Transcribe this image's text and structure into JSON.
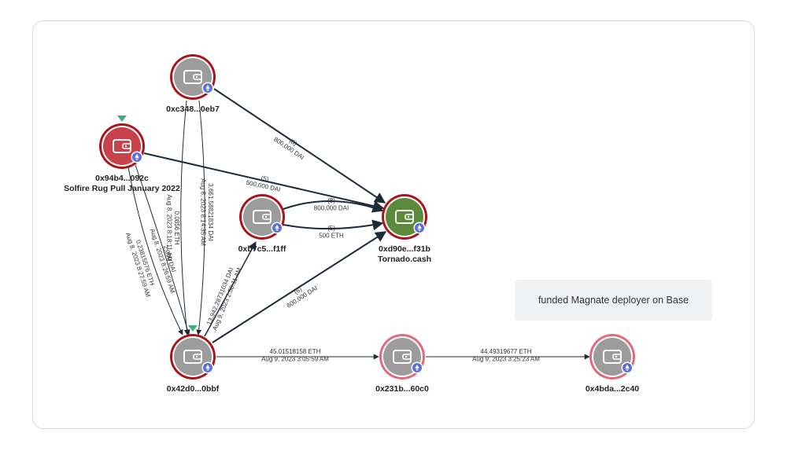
{
  "nodes": [
    {
      "id": "n1",
      "label": "0xc348...0eb7",
      "sublabel": "",
      "kind": "wallet",
      "ring": "#a9151b",
      "fill": "#9c9c9c",
      "icon": "wallet-icon",
      "chain_icon": "ethereum-icon"
    },
    {
      "id": "n2",
      "label": "0x94b4...092c",
      "sublabel": "Solfire Rug Pull January 2022",
      "kind": "wallet",
      "ring": "#a9151b",
      "fill": "#c8424b",
      "icon": "wallet-icon",
      "chain_icon": "ethereum-icon",
      "marker": "green-triangle"
    },
    {
      "id": "n3",
      "label": "0xb7c5...f1ff",
      "sublabel": "",
      "kind": "wallet",
      "ring": "#a9151b",
      "fill": "#9c9c9c",
      "icon": "wallet-icon",
      "chain_icon": "ethereum-icon"
    },
    {
      "id": "n4",
      "label": "0xd90e...f31b",
      "sublabel": "Tornado.cash",
      "kind": "contract",
      "ring": "#a9151b",
      "fill": "#5b8a3a",
      "icon": "wallet-icon",
      "chain_icon": "ethereum-icon"
    },
    {
      "id": "n5",
      "label": "0x42d0...0bbf",
      "sublabel": "",
      "kind": "wallet",
      "ring": "#a9151b",
      "fill": "#9c9c9c",
      "icon": "wallet-icon",
      "chain_icon": "ethereum-icon",
      "marker": "green-triangle"
    },
    {
      "id": "n6",
      "label": "0x231b...60c0",
      "sublabel": "",
      "kind": "wallet",
      "ring": "#e06b7d",
      "fill": "#9c9c9c",
      "icon": "wallet-icon",
      "chain_icon": "ethereum-icon"
    },
    {
      "id": "n7",
      "label": "0x4bda...2c40",
      "sublabel": "",
      "kind": "wallet",
      "ring": "#e06b7d",
      "fill": "#9c9c9c",
      "icon": "wallet-icon",
      "chain_icon": "ethereum-icon"
    }
  ],
  "edges": [
    {
      "id": "e1",
      "from": "n1",
      "to": "n4",
      "lines": [
        "(8)",
        "800,000 DAI"
      ]
    },
    {
      "id": "e2",
      "from": "n2",
      "to": "n4",
      "lines": [
        "(5)",
        "500,000 DAI"
      ]
    },
    {
      "id": "e3",
      "from": "n3",
      "to": "n4",
      "lines": [
        "(8)",
        "800,000 DAI"
      ]
    },
    {
      "id": "e4",
      "from": "n3",
      "to": "n4",
      "lines": [
        "(5)",
        "500 ETH"
      ]
    },
    {
      "id": "e5",
      "from": "n5",
      "to": "n4",
      "lines": [
        "(6)",
        "600,000 DAI"
      ]
    },
    {
      "id": "e6",
      "from": "n2",
      "to": "n5",
      "lines": [
        "0.23815576 ETH",
        "Aug 8, 2023 8:27:59 AM"
      ]
    },
    {
      "id": "e7",
      "from": "n2",
      "to": "n5",
      "lines": [
        "2,000 DAI",
        "Aug 8, 2023 8:26:59 AM"
      ]
    },
    {
      "id": "e8",
      "from": "n1",
      "to": "n5",
      "lines": [
        "0.0856 ETH",
        "Aug 8, 2023 8:18:11 AM"
      ]
    },
    {
      "id": "e9",
      "from": "n1",
      "to": "n5",
      "lines": [
        "3,661.58821834 DAI",
        "Aug 8, 2023 8:14:35 AM"
      ]
    },
    {
      "id": "e10",
      "from": "n5",
      "to": "n3",
      "lines": [
        "13,942.28731034 DAI",
        "Aug 9, 2023 2:58:11 AM"
      ]
    },
    {
      "id": "e11",
      "from": "n5",
      "to": "n6",
      "lines": [
        "45.01518158 ETH",
        "Aug 9, 2023 3:05:59 AM"
      ]
    },
    {
      "id": "e12",
      "from": "n6",
      "to": "n7",
      "lines": [
        "44.49319677 ETH",
        "Aug 9, 2023 3:25:23 AM"
      ]
    }
  ],
  "note": {
    "text": "funded Magnate deployer on Base"
  },
  "colors": {
    "edge": "#1f2a38",
    "marker": "#3fae7a",
    "chain_badge": "#5b6fd6"
  }
}
